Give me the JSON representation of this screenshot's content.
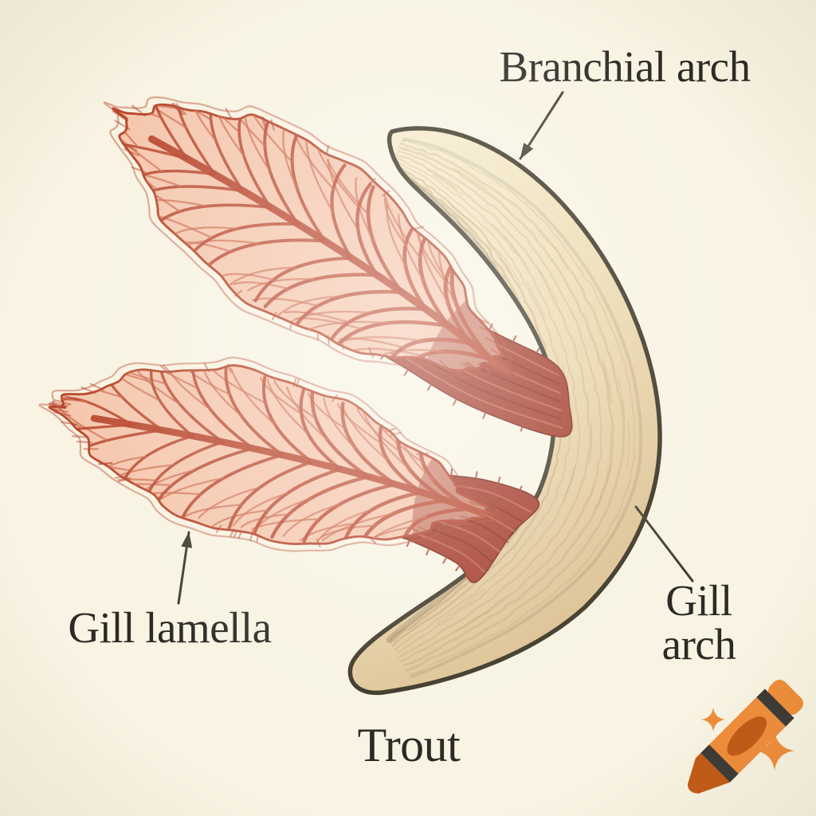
{
  "page": {
    "background_color": "#F8F3E2",
    "kind": "hand-drawn anatomical diagram"
  },
  "labels": {
    "branchial_arch": "Branchial arch",
    "gill_lamella": "Gill lamella",
    "gill_arch_line1": "Gill",
    "gill_arch_line2": "arch",
    "caption": "Trout"
  },
  "colors": {
    "background": "#F8F3E2",
    "label_text": "#2B2A25",
    "arrow": "#3F3D2E",
    "arch_fill_light": "#F6ECCC",
    "arch_fill_mid": "#EBD8AC",
    "arch_fill_deep": "#D9BC8C",
    "arch_texture": "#B48A57",
    "arch_outline": "#3A3424",
    "lamella_fill": "#F5C7AD",
    "lamella_vein": "#B7462C",
    "lamella_vein_light": "#CC6A4B",
    "lamella_deep": "#9C2F1F",
    "stalk_fill": "#A23726",
    "stalk_highlight": "#D07B5B",
    "stalk_shadow": "#77200F",
    "logo_orange": "#EE8D3B",
    "logo_orange_dark": "#C25A17",
    "logo_band": "#3D3935"
  },
  "icons": {
    "watermark": "crayon-icon",
    "sparkles": "sparkle-icon"
  }
}
